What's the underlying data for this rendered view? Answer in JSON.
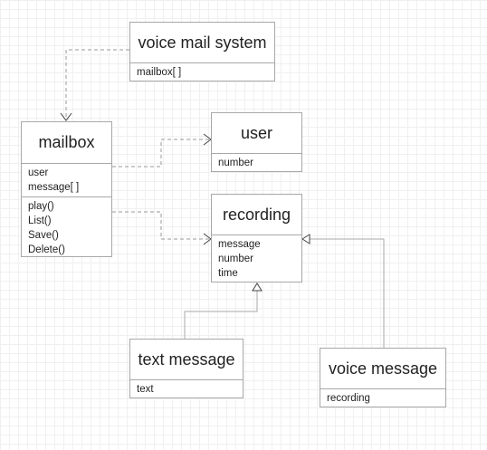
{
  "classes": {
    "voice_mail_system": {
      "name": "voice mail system",
      "attributes": [
        "mailbox[ ]"
      ]
    },
    "mailbox": {
      "name": "mailbox",
      "attributes": [
        "user",
        "message[ ]"
      ],
      "operations": [
        "play()",
        "List()",
        "Save()",
        "Delete()"
      ]
    },
    "user": {
      "name": "user",
      "attributes": [
        "number"
      ]
    },
    "recording": {
      "name": "recording",
      "attributes": [
        "message",
        "number",
        "time"
      ]
    },
    "text_message": {
      "name": "text message",
      "attributes": [
        "text"
      ]
    },
    "voice_message": {
      "name": "voice message",
      "attributes": [
        "recording"
      ]
    }
  },
  "relationships": [
    {
      "from": "voice_mail_system",
      "to": "mailbox",
      "type": "dependency"
    },
    {
      "from": "mailbox",
      "to": "user",
      "type": "dependency"
    },
    {
      "from": "mailbox",
      "to": "recording",
      "type": "dependency"
    },
    {
      "from": "text_message",
      "to": "recording",
      "type": "generalization"
    },
    {
      "from": "voice_message",
      "to": "recording",
      "type": "generalization"
    }
  ],
  "colors": {
    "border": "#a8a8a8",
    "line": "#999999",
    "grid": "#f0f0f0"
  }
}
